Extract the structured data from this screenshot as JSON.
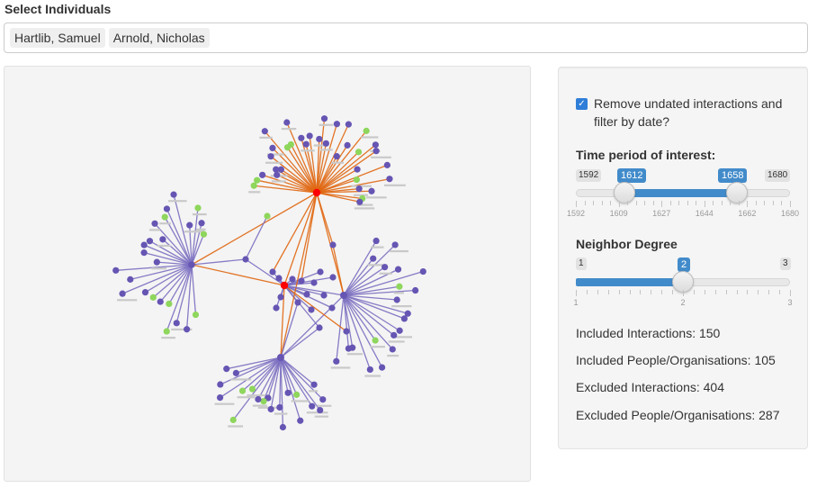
{
  "select": {
    "label": "Select Individuals",
    "chips": [
      "Hartlib, Samuel",
      "Arnold, Nicholas"
    ]
  },
  "filter": {
    "checkbox_checked": true,
    "checkbox_label": "Remove undated interactions and filter by date?"
  },
  "time_slider": {
    "label": "Time period of interest:",
    "min": 1592,
    "max": 1680,
    "from": 1612,
    "to": 1658,
    "min_label": "1592",
    "max_label": "1680",
    "from_label": "1612",
    "to_label": "1658",
    "ticks": [
      "1592",
      "1609",
      "1627",
      "1644",
      "1662",
      "1680"
    ]
  },
  "degree_slider": {
    "label": "Neighbor Degree",
    "min": 1,
    "max": 3,
    "value": 2,
    "min_label": "1",
    "max_label": "3",
    "value_label": "2",
    "ticks": [
      "1",
      "2",
      "3"
    ]
  },
  "stats": {
    "included_interactions": "Included Interactions: 150",
    "included_people": "Included People/Organisations: 105",
    "excluded_interactions": "Excluded Interactions: 404",
    "excluded_people": "Excluded People/Organisations: 287"
  },
  "graph": {
    "colors": {
      "edge_orange": "#e0660f",
      "edge_purple": "#7a6ec0",
      "node_purple": "#6655b3",
      "node_green": "#8ed65c",
      "node_red": "#ff0000",
      "background": "#f4f4f4"
    }
  }
}
